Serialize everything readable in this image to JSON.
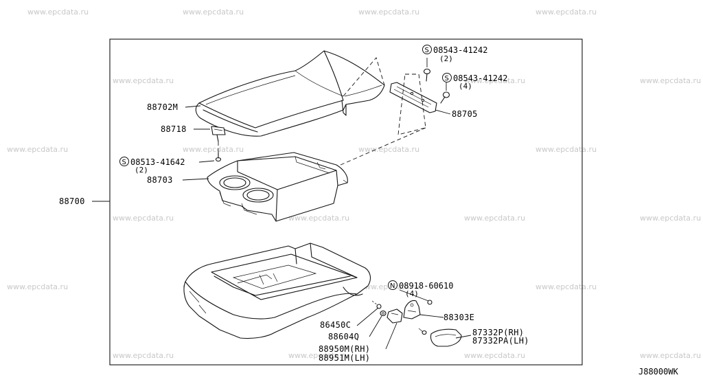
{
  "watermark_text": "www.epcdata.ru",
  "diagram_code": "J88000WK",
  "assembly": {
    "number": "88700"
  },
  "parts": {
    "lid": {
      "number": "88702M"
    },
    "latch": {
      "number": "88718"
    },
    "screw_left": {
      "symbol": "S",
      "number": "08513-41642",
      "qty": "(2)"
    },
    "tray": {
      "number": "88703"
    },
    "screw_top": {
      "symbol": "S",
      "number": "08543-41242",
      "qty": "(2)"
    },
    "screw_mid": {
      "symbol": "S",
      "number": "08543-41242",
      "qty": "(4)"
    },
    "hinge": {
      "number": "88705"
    },
    "nut": {
      "symbol": "N",
      "number": "08918-60610",
      "qty": "(4)"
    },
    "bracket": {
      "number": "88303E"
    },
    "cover": {
      "number_rh": "87332P(RH)",
      "number_lh": "87332PA(LH)"
    },
    "clip": {
      "number": "86450C"
    },
    "washer": {
      "number": "88604Q"
    },
    "bracket2": {
      "number_rh": "88950M(RH)",
      "number_lh": "88951M(LH)"
    }
  }
}
